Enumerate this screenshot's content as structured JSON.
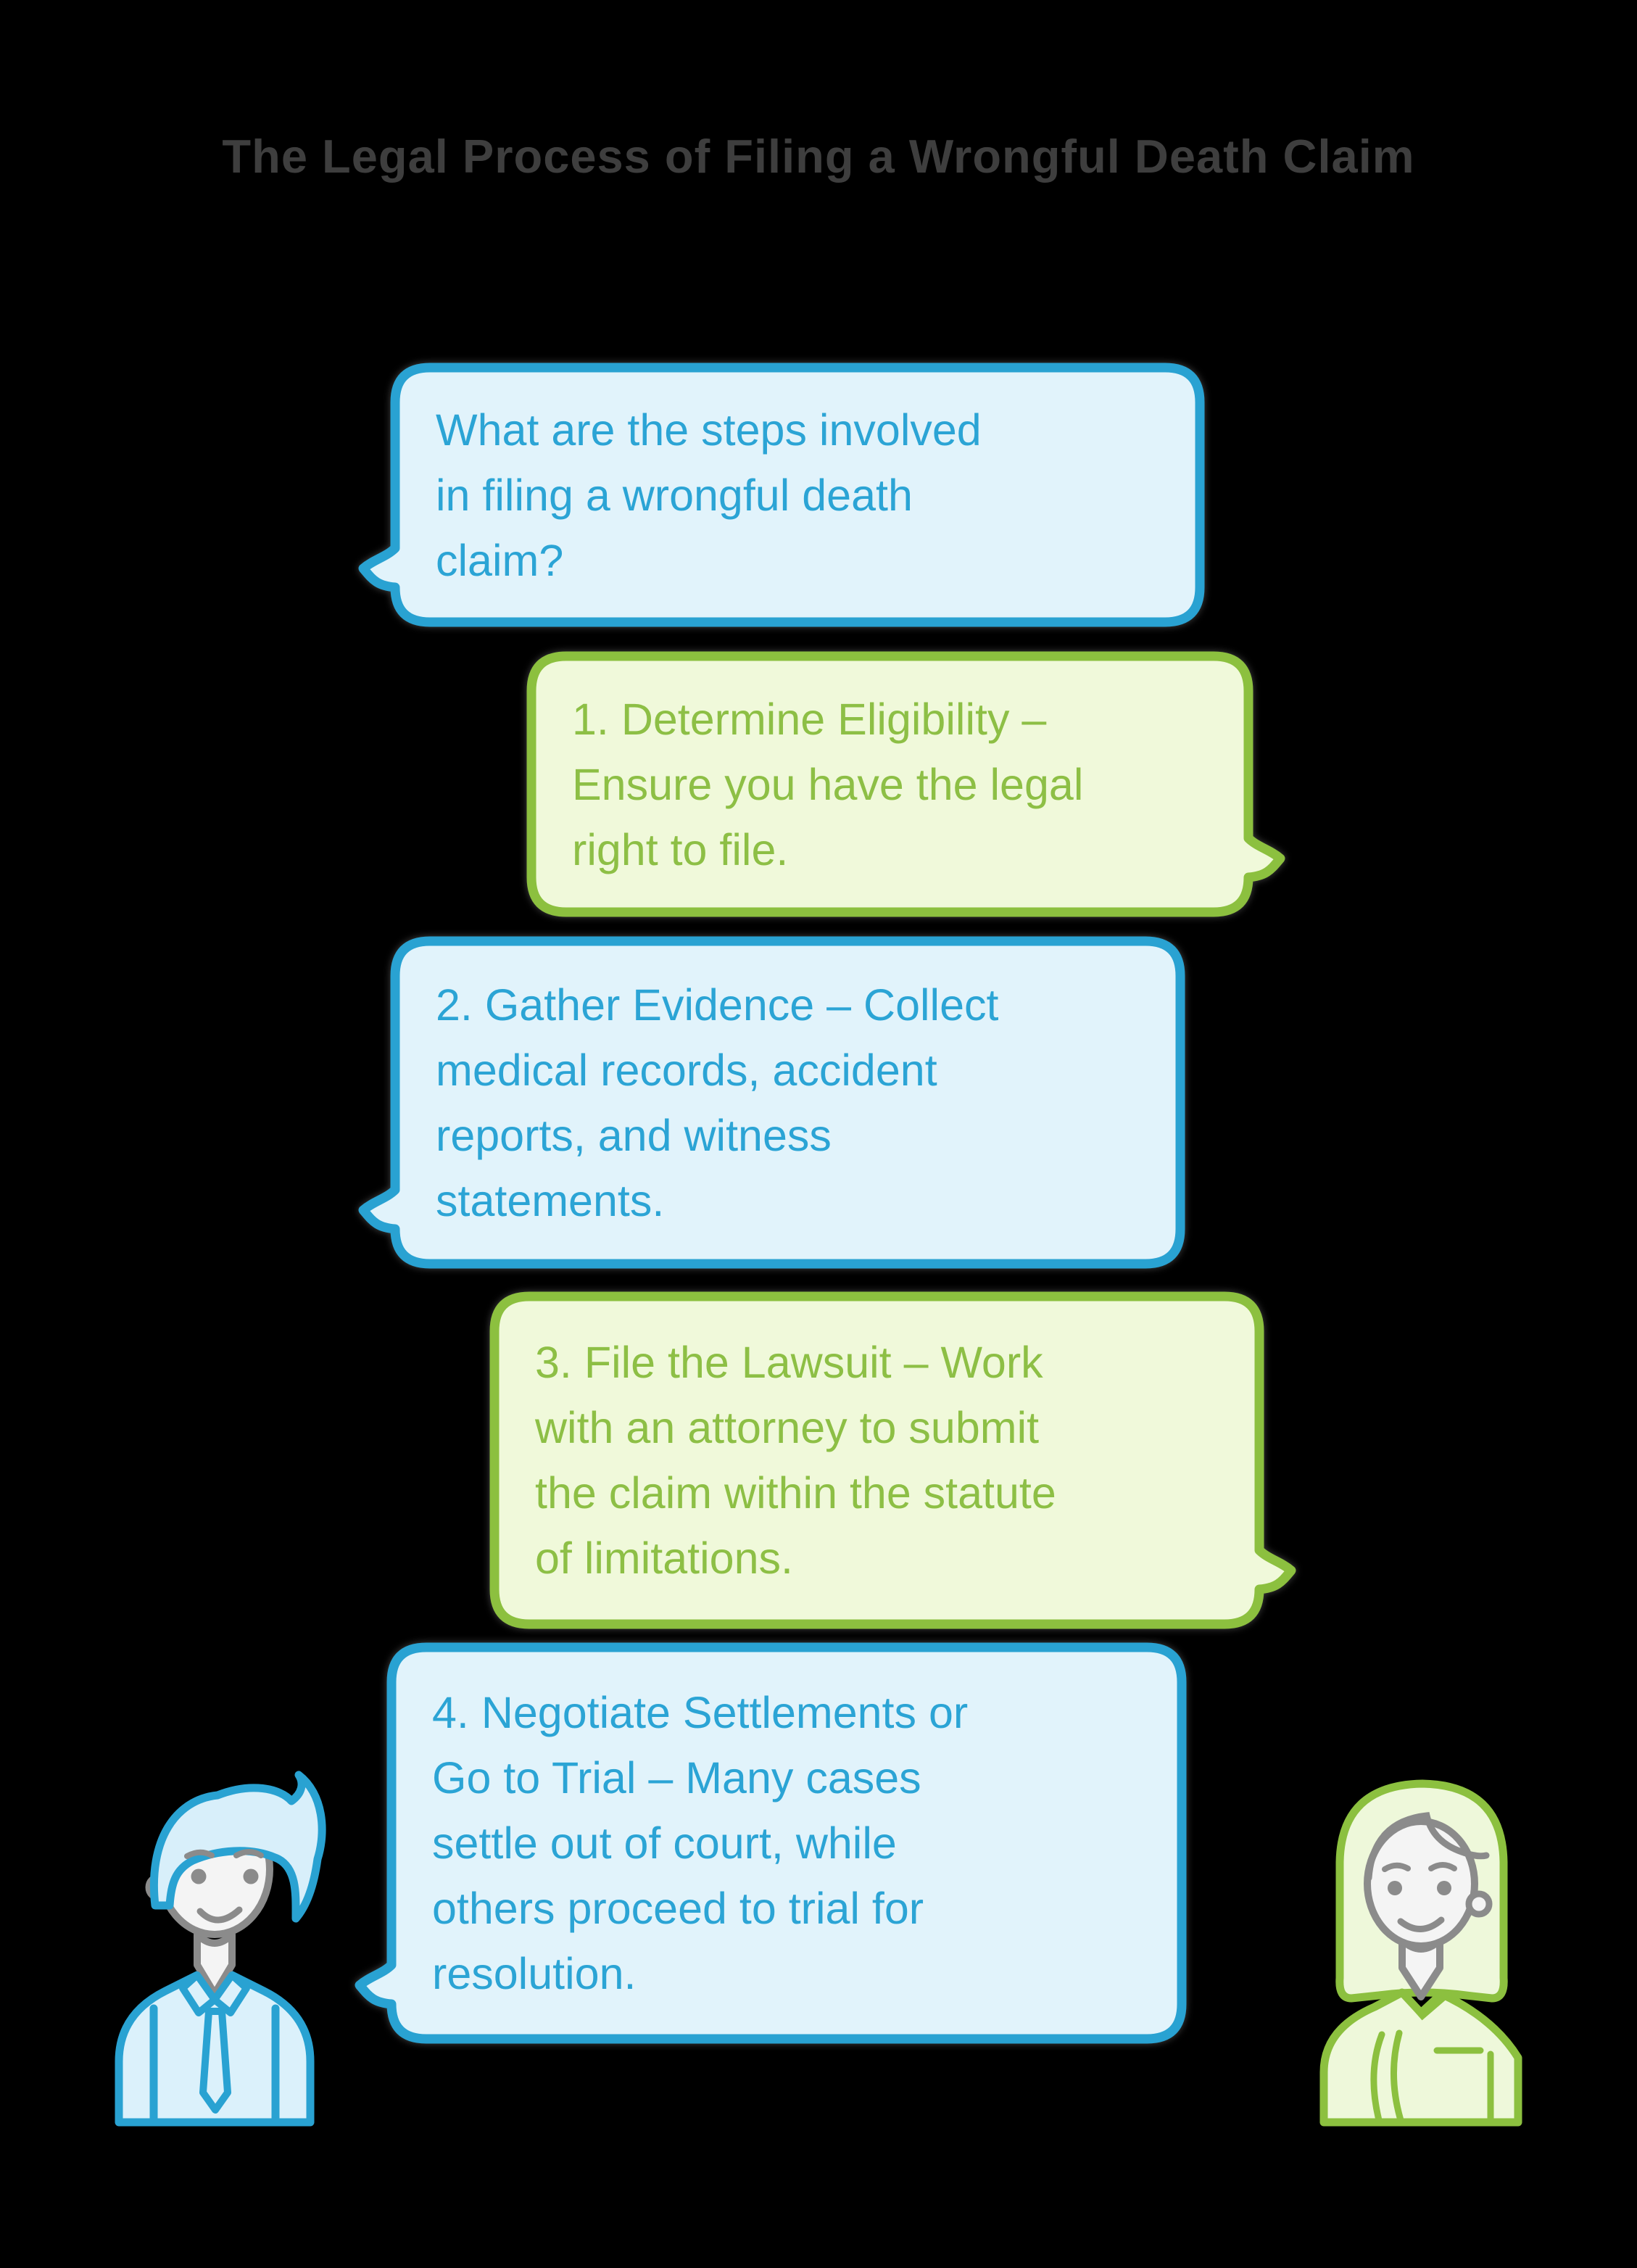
{
  "title": "The Legal Process of Filing a Wrongful Death Claim",
  "colors": {
    "background": "#000000",
    "title_text": "#3e3e3e",
    "blue_border": "#29a2d2",
    "blue_fill": "#e1f3fb",
    "blue_text": "#2ba4d5",
    "green_border": "#8cc03f",
    "green_fill": "#f0f9da",
    "green_text": "#8dbf45",
    "avatar_line_gray": "#8b8b8b",
    "avatar_face_fill": "#f4f4f4",
    "man_shirt_fill": "#dbf1fb",
    "woman_blouse_fill": "#eef8da"
  },
  "conversation": [
    {
      "color": "blue",
      "side": "left",
      "text": "What are the steps involved\nin filing a wrongful death\nclaim?"
    },
    {
      "color": "green",
      "side": "right",
      "text": "1. Determine Eligibility –\nEnsure you have the legal\nright to file."
    },
    {
      "color": "blue",
      "side": "left",
      "text": "2. Gather Evidence – Collect\nmedical records, accident\nreports, and witness\nstatements."
    },
    {
      "color": "green",
      "side": "right",
      "text": "3. File the Lawsuit – Work\nwith an attorney to submit\nthe claim within the statute\nof limitations."
    },
    {
      "color": "blue",
      "side": "left",
      "text": "4. Negotiate Settlements or\nGo to Trial – Many cases\nsettle out of court, while\nothers proceed to trial for\nresolution."
    }
  ],
  "characters": [
    {
      "icon": "man-avatar",
      "theme": "blue"
    },
    {
      "icon": "woman-avatar",
      "theme": "green"
    }
  ]
}
